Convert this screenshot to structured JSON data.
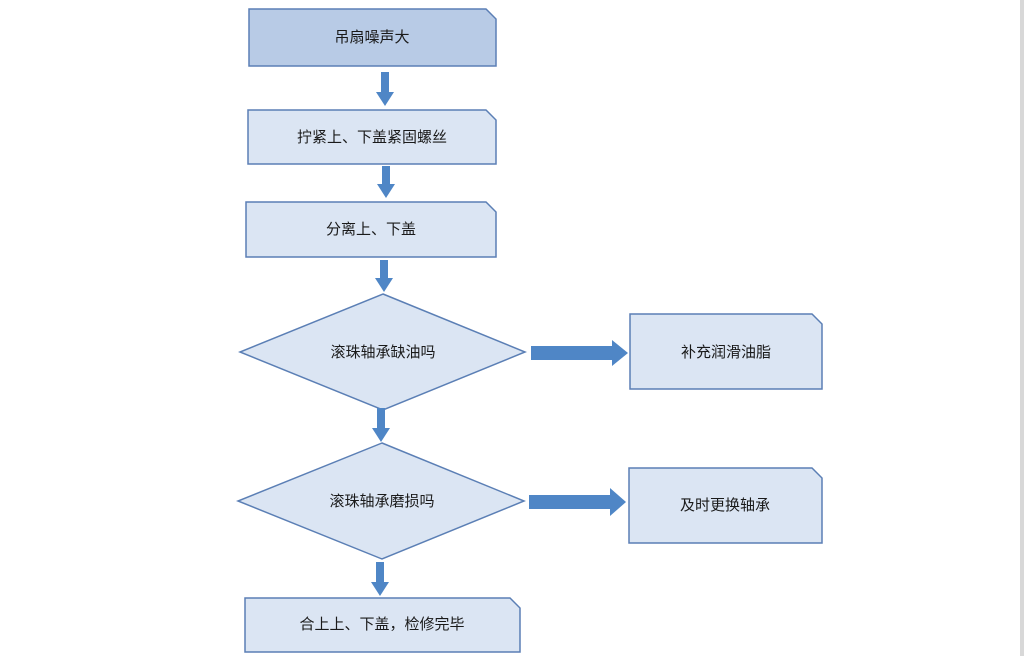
{
  "flowchart": {
    "start": "吊扇噪声大",
    "steps": {
      "tighten": "拧紧上、下盖紧固螺丝",
      "separate": "分离上、下盖"
    },
    "decisions": {
      "oil_check": "滚珠轴承缺油吗",
      "wear_check": "滚珠轴承磨损吗"
    },
    "actions": {
      "add_grease": "补充润滑油脂",
      "replace_bearing": "及时更换轴承"
    },
    "end": "合上上、下盖，检修完毕"
  },
  "colors": {
    "start_fill": "#b8cbe6",
    "node_fill": "#dbe5f3",
    "node_stroke": "#5b7fb5",
    "arrow": "#4f86c6"
  }
}
